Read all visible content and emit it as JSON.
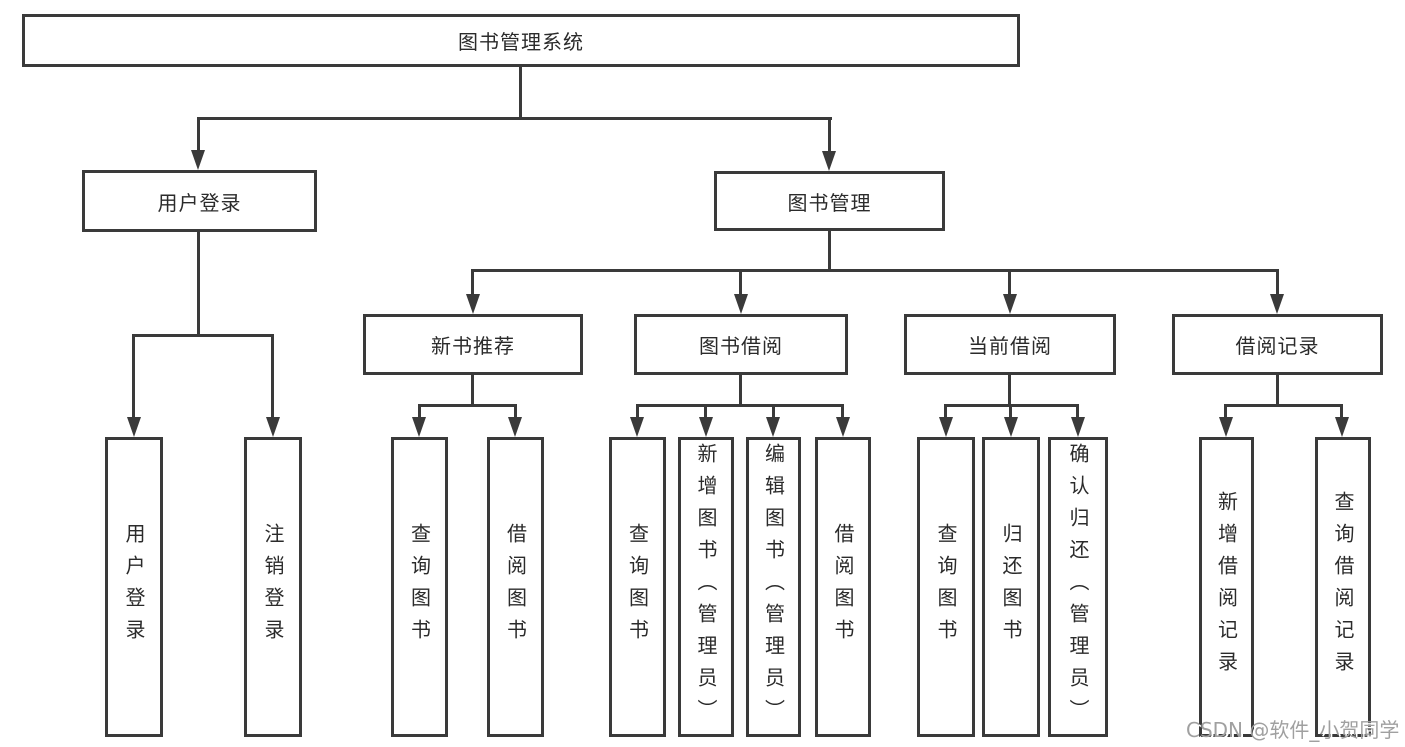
{
  "diagram": {
    "title": "图书管理系统",
    "root": {
      "label": "图书管理系统"
    },
    "level2": [
      {
        "label": "用户登录"
      },
      {
        "label": "图书管理"
      }
    ],
    "level3": [
      {
        "label": "新书推荐"
      },
      {
        "label": "图书借阅"
      },
      {
        "label": "当前借阅"
      },
      {
        "label": "借阅记录"
      }
    ],
    "leaves": {
      "user_login": [
        {
          "label": "用户登录"
        },
        {
          "label": "注销登录"
        }
      ],
      "new_book_recommend": [
        {
          "label": "查询图书"
        },
        {
          "label": "借阅图书"
        }
      ],
      "book_borrow": [
        {
          "label": "查询图书"
        },
        {
          "label": "新增图书（管理员）"
        },
        {
          "label": "编辑图书（管理员）"
        },
        {
          "label": "借阅图书"
        }
      ],
      "current_borrow": [
        {
          "label": "查询图书"
        },
        {
          "label": "归还图书"
        },
        {
          "label": "确认归还（管理员）"
        }
      ],
      "borrow_record": [
        {
          "label": "新增借阅记录"
        },
        {
          "label": "查询借阅记录"
        }
      ]
    },
    "watermark": "CSDN @软件_小贺同学",
    "colors": {
      "line": "#3a3a3a",
      "text": "#2b2b2b",
      "watermark": "#a0a0a0",
      "background": "#ffffff"
    }
  }
}
